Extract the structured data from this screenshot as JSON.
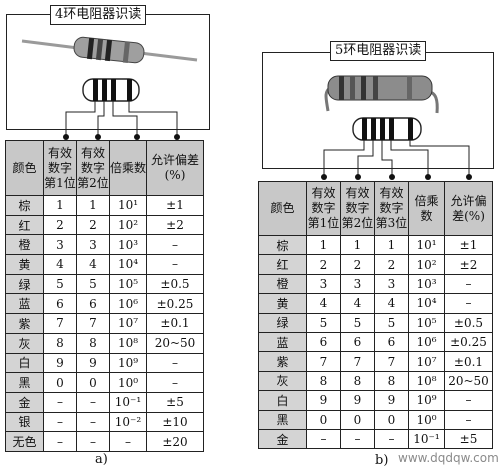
{
  "left": {
    "title": "4环电阻器识读",
    "caption": "a)",
    "headers": [
      "颜色",
      "有效数字第1位",
      "有效数字第2位",
      "倍乘数",
      "允许偏差(%)"
    ],
    "rows": [
      [
        "棕",
        "1",
        "1",
        "10¹",
        "±1"
      ],
      [
        "红",
        "2",
        "2",
        "10²",
        "±2"
      ],
      [
        "橙",
        "3",
        "3",
        "10³",
        "–"
      ],
      [
        "黄",
        "4",
        "4",
        "10⁴",
        "–"
      ],
      [
        "绿",
        "5",
        "5",
        "10⁵",
        "±0.5"
      ],
      [
        "蓝",
        "6",
        "6",
        "10⁶",
        "±0.25"
      ],
      [
        "紫",
        "7",
        "7",
        "10⁷",
        "±0.1"
      ],
      [
        "灰",
        "8",
        "8",
        "10⁸",
        "20~50"
      ],
      [
        "白",
        "9",
        "9",
        "10⁹",
        "–"
      ],
      [
        "黑",
        "0",
        "0",
        "10⁰",
        "–"
      ],
      [
        "金",
        "–",
        "–",
        "10⁻¹",
        "±5"
      ],
      [
        "银",
        "–",
        "–",
        "10⁻²",
        "±10"
      ],
      [
        "无色",
        "–",
        "–",
        "–",
        "±20"
      ]
    ]
  },
  "right": {
    "title": "5环电阻器识读",
    "caption": "b)",
    "headers": [
      "颜色",
      "有效数字第1位",
      "有效数字第2位",
      "有效数字第3位",
      "倍乘数",
      "允许偏差(%)"
    ],
    "rows": [
      [
        "棕",
        "1",
        "1",
        "1",
        "10¹",
        "±1"
      ],
      [
        "红",
        "2",
        "2",
        "2",
        "10²",
        "±2"
      ],
      [
        "橙",
        "3",
        "3",
        "3",
        "10³",
        "–"
      ],
      [
        "黄",
        "4",
        "4",
        "4",
        "10⁴",
        "–"
      ],
      [
        "绿",
        "5",
        "5",
        "5",
        "10⁵",
        "±0.5"
      ],
      [
        "蓝",
        "6",
        "6",
        "6",
        "10⁶",
        "±0.25"
      ],
      [
        "紫",
        "7",
        "7",
        "7",
        "10⁷",
        "±0.1"
      ],
      [
        "灰",
        "8",
        "8",
        "8",
        "10⁸",
        "20~50"
      ],
      [
        "白",
        "9",
        "9",
        "9",
        "10⁹",
        "–"
      ],
      [
        "黑",
        "0",
        "0",
        "0",
        "10⁰",
        "–"
      ],
      [
        "金",
        "–",
        "–",
        "–",
        "10⁻¹",
        "±5"
      ]
    ]
  },
  "watermark": "www.dqdqw.com"
}
